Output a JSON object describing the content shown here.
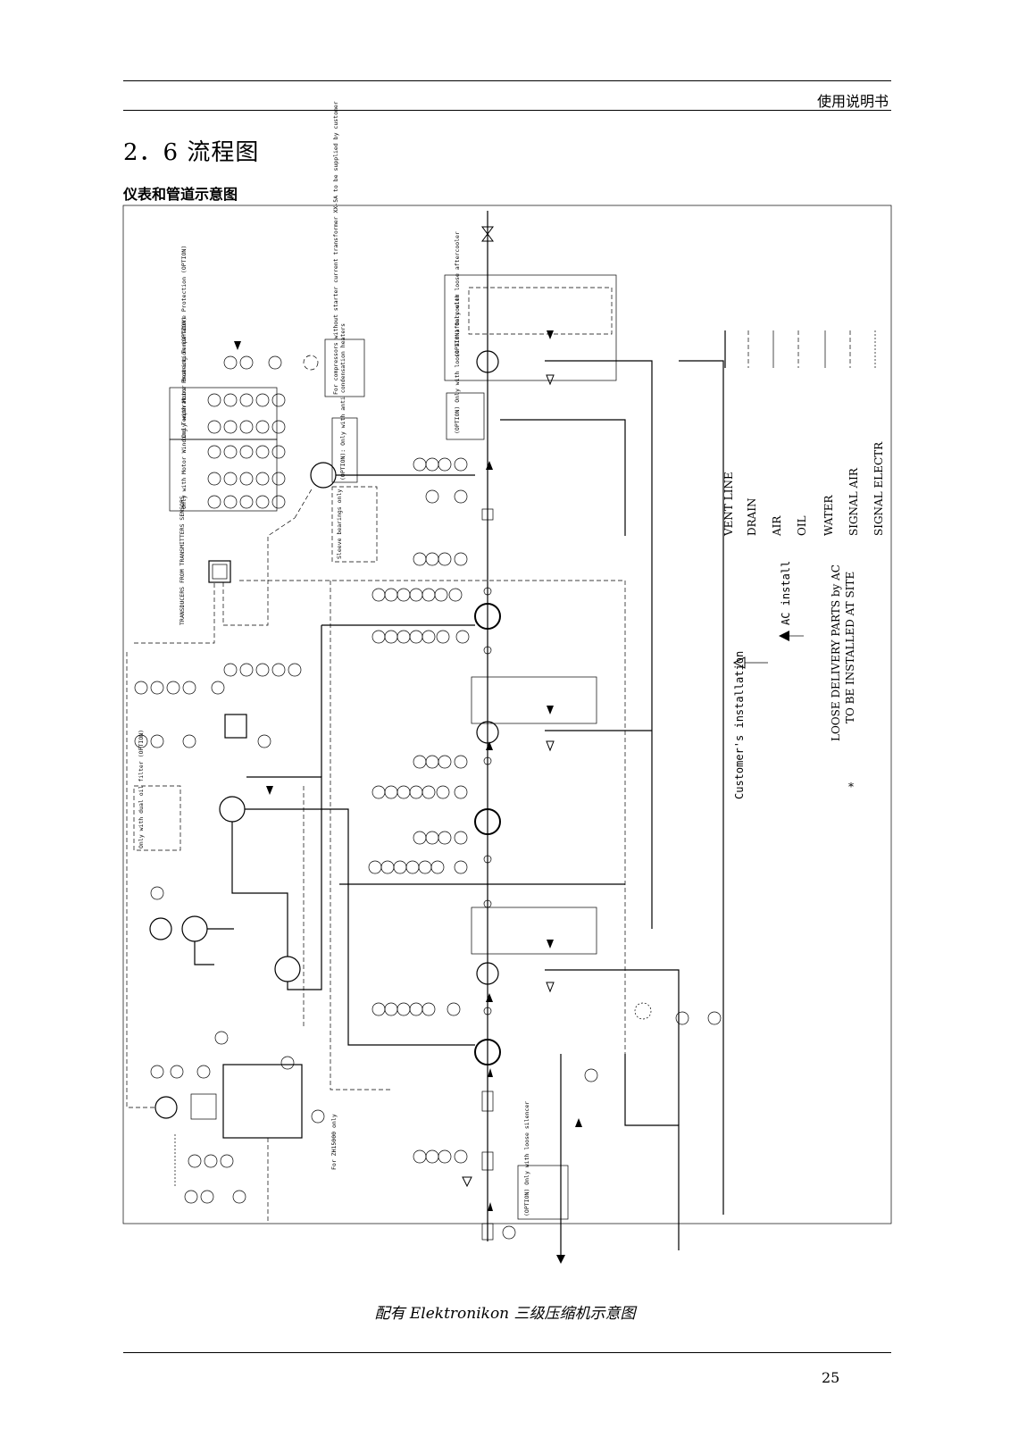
{
  "header": {
    "title": "使用说明书"
  },
  "section": {
    "title": "2．6 流程图",
    "subtitle": "仪表和管道示意图"
  },
  "diagram": {
    "legend": {
      "items": [
        "VENT LINE",
        "DRAIN",
        "AIR",
        "OIL",
        "WATER",
        "SIGNAL AIR",
        "SIGNAL ELECTR"
      ],
      "note_line1": "LOOSE DELIVERY PARTS by AC",
      "note_line2": "TO BE INSTALLED AT SITE",
      "symbol": "*"
    },
    "labels": {
      "customers_installation": "Customer's installation",
      "ac_install": "AC install",
      "motor_winding": "Only with Motor Winding Temperature Protection (OPTION)",
      "motor_bearing": "Only with Motor Bearing Temperature Protection (OPTION)",
      "transformer_note": "For compressors without starter current transformer XX-5A to be supplied by customer",
      "condensation_heaters": "(OPTION): Only with anti condensation heaters",
      "sleeve_bearings": "Sleeve bearings only",
      "transducers": "TRANSDUCERS FROM TRANSMITTERS SENSORS",
      "dual_oil_filter": "Only with dual oil filter (OPTION)",
      "zh_note": "For ZH15000 only",
      "loose_silencer": "(OPTION) Only with loose silencer",
      "vent_air_aftercooler": "(OPTION) Only with loose aftercooler",
      "air_aftercooler_2": "(OPTION) Only with loose air aftercooler"
    }
  },
  "caption": "配有 Elektronikon 三级压缩机示意图",
  "footer": {
    "page": "25"
  }
}
